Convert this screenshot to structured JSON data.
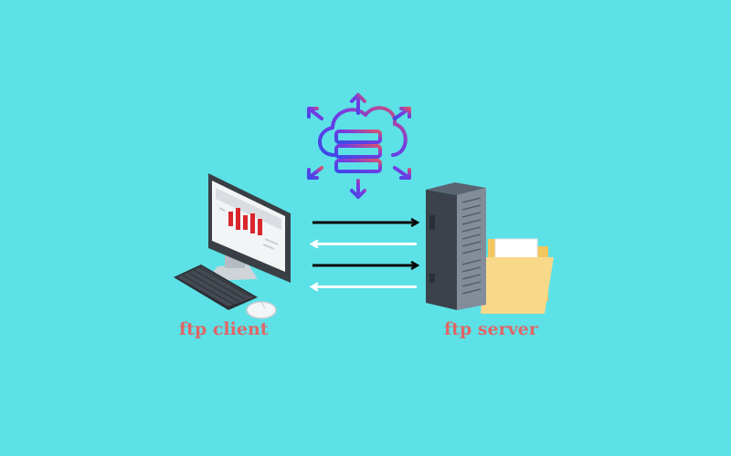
{
  "labels": {
    "client": "ftp client",
    "server": "ftp server"
  },
  "colors": {
    "background": "#5ce1e6",
    "label": "#e06666",
    "request_arrow": "#0a0a0a",
    "response_arrow": "#ffffff",
    "cloud_gradient": [
      "#3b49e8",
      "#8a2be2",
      "#e05a6a"
    ]
  },
  "icons": {
    "cloud": "cloud-server-icon",
    "client": "desktop-computer-icon",
    "server": "tower-server-icon",
    "folder": "folder-icon"
  },
  "flows": [
    {
      "direction": "client-to-server"
    },
    {
      "direction": "server-to-client"
    },
    {
      "direction": "client-to-server"
    },
    {
      "direction": "server-to-client"
    }
  ]
}
